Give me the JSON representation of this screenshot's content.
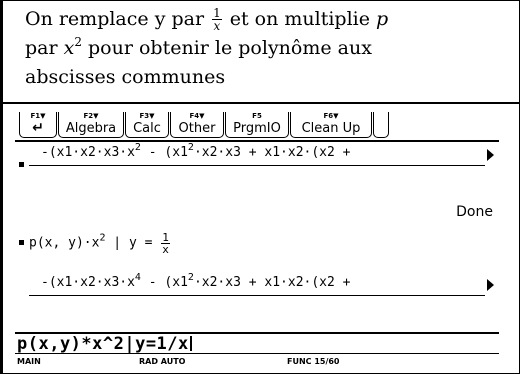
{
  "caption": {
    "l1_a": "On remplace y par ",
    "frac_num": "1",
    "frac_den": "x",
    "l1_b": " et on multiplie ",
    "l1_p": "p",
    "l2_a": "par ",
    "l2_x": "x",
    "l2_exp": "2",
    "l2_b": " pour obtenir le polynôme aux",
    "l3": "abscisses communes"
  },
  "toolbar": {
    "items": [
      {
        "fkey": "F1▼",
        "label": "↵"
      },
      {
        "fkey": "F2▼",
        "label": "Algebra"
      },
      {
        "fkey": "F3▼",
        "label": "Calc"
      },
      {
        "fkey": "F4▼",
        "label": "Other"
      },
      {
        "fkey": "F5",
        "label": "PrgmIO"
      },
      {
        "fkey": "F6▼",
        "label": "Clean Up"
      }
    ]
  },
  "history": {
    "line1_a": "-(x1·x2·x3·x",
    "line1_e1": "2",
    "line1_b": " - (x1",
    "line1_e2": "2",
    "line1_c": "·x2·x3 + x1·x2·(x2 +",
    "done": "Done",
    "line2_a": "p(x, y)·x",
    "line2_e": "2",
    "line2_b": " | y = ",
    "line2_num": "1",
    "line2_den": "x",
    "line3_a": "-(x1·x2·x3·x",
    "line3_e1": "4",
    "line3_b": " - (x1",
    "line3_e2": "2",
    "line3_c": "·x2·x3 + x1·x2·(x2 +"
  },
  "entry": {
    "text": "p(x,y)*x^2|y=1/x"
  },
  "status": {
    "mode": "MAIN",
    "angle": "RAD AUTO",
    "func": "FUNC 15/60"
  }
}
